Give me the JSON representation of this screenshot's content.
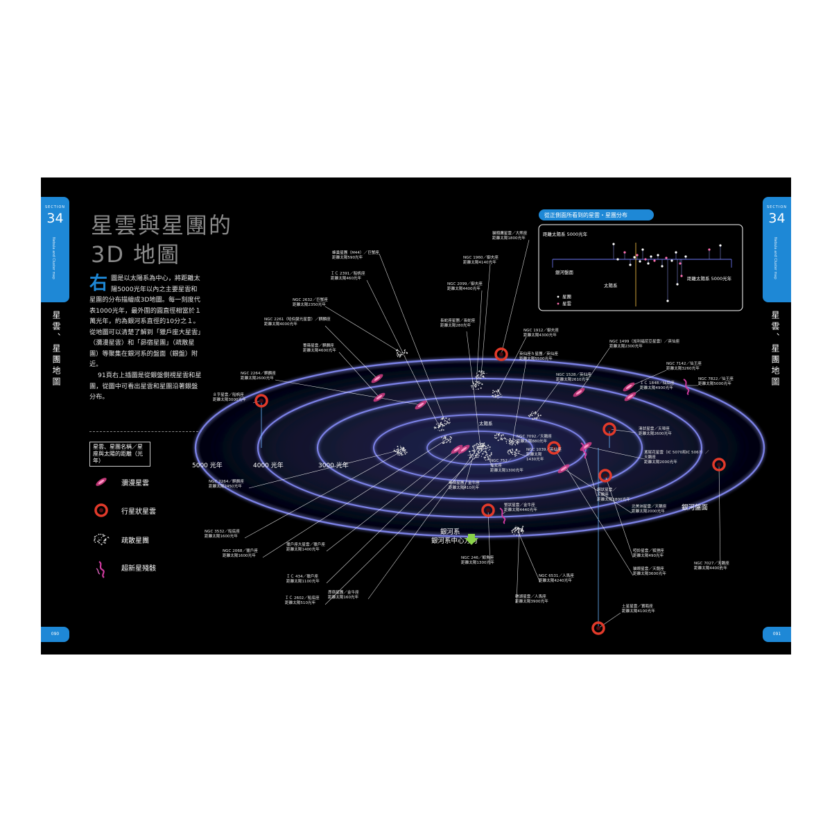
{
  "page": {
    "section_label": "SECTION",
    "section_number": "34",
    "section_en": "Nebula and Cluster map",
    "section_title_vertical": "星雲、星團地圖",
    "page_left": "090",
    "page_right": "091"
  },
  "title": {
    "line1": "星雲與星團的",
    "line2": "3D 地圖"
  },
  "intro": {
    "dropcap": "右",
    "paragraph1": "圖是以太陽系為中心，將距離太陽5000光年以內之主要星雲和星團的分布描繪成3D地圖。每一刻度代表1000光年，最外圍的圓直徑相當於１萬光年，約為銀河系直徑的10分之１。從地圖可以清楚了解到「獵戶座大星雲」（瀰漫星雲）和「昴宿星團」（疏散星團）等聚集在銀河系的盤面（銀盤）附近。",
    "paragraph2": "91頁右上插圖是從銀盤側視星雲和星團，從圖中可看出星雲和星團沿著銀盤分布。"
  },
  "legend": {
    "header": "星雲、星團名稱／星座與太陽的距離（光年）",
    "items": [
      {
        "icon": "diffuse-nebula-icon",
        "label": "瀰漫星雲",
        "color": "#e0408a"
      },
      {
        "icon": "planetary-nebula-icon",
        "label": "行星狀星雲",
        "color": "#e23a2a"
      },
      {
        "icon": "open-cluster-icon",
        "label": "疏散星團",
        "color": "#dddddd"
      },
      {
        "icon": "supernova-remnant-icon",
        "label": "超新星殘骸",
        "color": "#d03aa0"
      }
    ]
  },
  "rings": [
    {
      "label": "5000 光年"
    },
    {
      "label": "4000 光年"
    },
    {
      "label": "3000 光年"
    }
  ],
  "center_labels": {
    "sun": "太陽系",
    "galactic_center": "銀河系中心方向",
    "galactic_disk": "銀河盤面"
  },
  "inset": {
    "title": "從正側面所看到的星雲・星團分布",
    "top_label": "距離太陽系 5000光年",
    "right_label": "距離太陽系 5000光年",
    "disk_label": "銀河盤面",
    "sun_label": "太陽系",
    "legend_cluster": "星團",
    "legend_nebula": "星雲"
  },
  "objects": [
    {
      "id": "beehive",
      "line1": "蜂巢星團（M44）／巨蟹座",
      "line2": "距離太陽590光年"
    },
    {
      "id": "ngc1907",
      "line1": "ＩＣ 2391／船帆座",
      "line2": "距離太陽460光年"
    },
    {
      "id": "ngc2632",
      "line1": "NGC 2632／巨蟹座",
      "line2": "距離太陽2350光年"
    },
    {
      "id": "ngc2261",
      "line1": "NGC 2261（哈伯變光星雲）／麒麟座",
      "line2": "距離太陽4000光年"
    },
    {
      "id": "rosette",
      "line1": "薔薇星雲／麒麟座",
      "line2": "距離太陽4600光年"
    },
    {
      "id": "ngc2264",
      "line1": "NGC 2264／麒麟座",
      "line2": "距離太陽2600光年"
    },
    {
      "id": "eight-burst",
      "line1": "８字星雲／船帆座",
      "line2": "距離太陽3000光年"
    },
    {
      "id": "ngc2264b",
      "line1": "NGC 2264／麒麟座",
      "line2": "距離太陽2450光年"
    },
    {
      "id": "ngc3532",
      "line1": "NGC 3532／船底座",
      "line2": "距離太陽1600光年"
    },
    {
      "id": "ngc2068",
      "line1": "NGC 2068／獵戶座",
      "line2": "距離太陽1600光年"
    },
    {
      "id": "orion",
      "line1": "獵戶座大星雲／獵戶座",
      "line2": "距離太陽1400光年"
    },
    {
      "id": "ic434",
      "line1": "ＩＣ 434／獵戶座",
      "line2": "距離太陽1100光年"
    },
    {
      "id": "ic2602",
      "line1": "ＩＣ 2602／船底座",
      "line2": "距離太陽510光年"
    },
    {
      "id": "pleiades2",
      "line1": "昴宿星團／金牛座",
      "line2": "距離太陽160光年"
    },
    {
      "id": "crab-helix",
      "line1": "貓頭鷹星雲／大熊座",
      "line2": "距離太陽1800光年"
    },
    {
      "id": "ngc1960",
      "line1": "NGC 1960／御夫座",
      "line2": "距離太陽4140光年"
    },
    {
      "id": "ngc2099",
      "line1": "NGC 2099／御夫座",
      "line2": "距離太陽4400光年"
    },
    {
      "id": "hyades-f",
      "line1": "長蛇座星團／長蛇座",
      "line2": "距離太陽280光年"
    },
    {
      "id": "ngc1912",
      "line1": "NGC 1912／御夫座",
      "line2": "距離太陽4300光年"
    },
    {
      "id": "perseus-double",
      "line1": "英仙座ｈ星團／英仙座",
      "line2": "距離太陽5500光年"
    },
    {
      "id": "ngc1528",
      "line1": "NGC 1528／英仙座",
      "line2": "距離太陽2610光年"
    },
    {
      "id": "ngc1499",
      "line1": "NGC 1499（加利福尼亞星雲）／英仙座",
      "line2": "距離太陽2300光年"
    },
    {
      "id": "ngc7142",
      "line1": "NGC 7142／仙王座",
      "line2": "距離太陽3260光年"
    },
    {
      "id": "ic1848",
      "line1": "ＩＣ 1848／仙后座",
      "line2": "距離太陽4900光年"
    },
    {
      "id": "ngc7822",
      "line1": "NGC 7822／仙王座",
      "line2": "距離太陽5000光年"
    },
    {
      "id": "ngc7092",
      "line1": "NGC 7092／天鵝座",
      "line2": "距離太陽880光年"
    },
    {
      "id": "ngc1039",
      "line1": "NGC 1039／英仙座",
      "line2": "距離太陽",
      "line3": "1430光年"
    },
    {
      "id": "ngc752",
      "line1": "NGC 752／",
      "line2": "仙女座",
      "line3": "距離太陽1300光年"
    },
    {
      "id": "helix",
      "line1": "清狀星雲／天琴座",
      "line2": "距離太陽2600光年"
    },
    {
      "id": "iris",
      "line1": "鳶尾花星雲（IC 5070和IC 5067）／",
      "line2": "天鵝座",
      "line3": "距離太陽2000光年"
    },
    {
      "id": "hyades",
      "line1": "畢宿星團／金牛座",
      "line2": "距離太陽410光年"
    },
    {
      "id": "veil",
      "line1": "網狀星雲／",
      "line2": "天鵝座",
      "line3": "距離太陽1800光年"
    },
    {
      "id": "n-america",
      "line1": "北美洲星雲／天鵝座",
      "line2": "距離太陽2000光年"
    },
    {
      "id": "crab",
      "line1": "蟹狀星雲／金牛座",
      "line2": "距離太陽4440光年"
    },
    {
      "id": "ngc246",
      "line1": "NGC 246／鯨魚座",
      "line2": "距離太陽1300光年"
    },
    {
      "id": "dumbbell",
      "line1": "啞鈴星雲／狐狸座",
      "line2": "距離太陽490光年"
    },
    {
      "id": "ngc6531",
      "line1": "NGC 6531／人馬座",
      "line2": "距離太陽4240光年"
    },
    {
      "id": "ring",
      "line1": "貓眼星雲／天龍座",
      "line2": "距離太陽3600光年"
    },
    {
      "id": "lagoon",
      "line1": "礁湖星雲／人馬座",
      "line2": "距離太陽3900光年"
    },
    {
      "id": "ngc7027",
      "line1": "NGC 7027／天鵝座",
      "line2": "距離太陽4400光年"
    },
    {
      "id": "saturn",
      "line1": "土星星雲／寶瓶座",
      "line2": "距離太陽4100光年"
    }
  ],
  "colors": {
    "accent": "#1e88d6",
    "ring": "#6f74d8",
    "background": "#000000"
  }
}
